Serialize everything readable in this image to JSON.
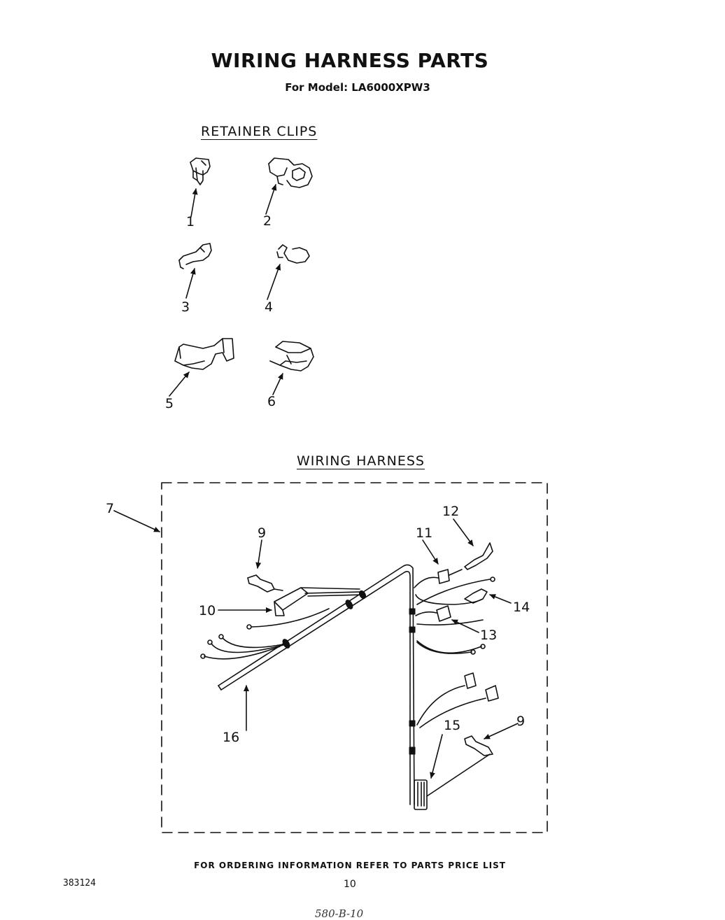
{
  "title": "WIRING HARNESS PARTS",
  "subtitle": "For Model: LA6000XPW3",
  "sections": {
    "retainer_clips": "RETAINER CLIPS",
    "wiring_harness": "WIRING HARNESS"
  },
  "clip_labels": [
    "1",
    "2",
    "3",
    "4",
    "5",
    "6"
  ],
  "harness_labels": {
    "l7": "7",
    "l9a": "9",
    "l9b": "9",
    "l10": "10",
    "l11": "11",
    "l12": "12",
    "l13": "13",
    "l14": "14",
    "l15": "15",
    "l16": "16"
  },
  "footer": "FOR ORDERING INFORMATION REFER TO PARTS PRICE LIST",
  "doc_number": "383124",
  "page_number": "10",
  "handwritten_note": "580-B-10"
}
